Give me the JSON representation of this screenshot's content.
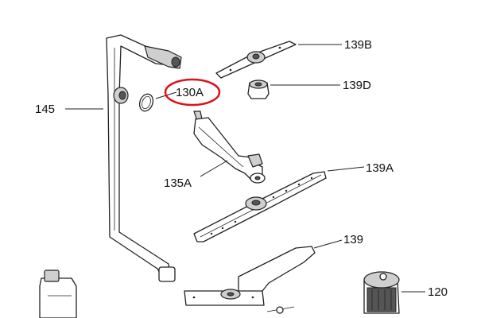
{
  "diagram": {
    "callouts": {
      "c145": "145",
      "c130A": "130A",
      "c139B": "139B",
      "c139D": "139D",
      "c135A": "135A",
      "c139A": "139A",
      "c139": "139",
      "c120": "120"
    },
    "highlight_color": "#d9141b",
    "highlighted_part": "130A"
  }
}
